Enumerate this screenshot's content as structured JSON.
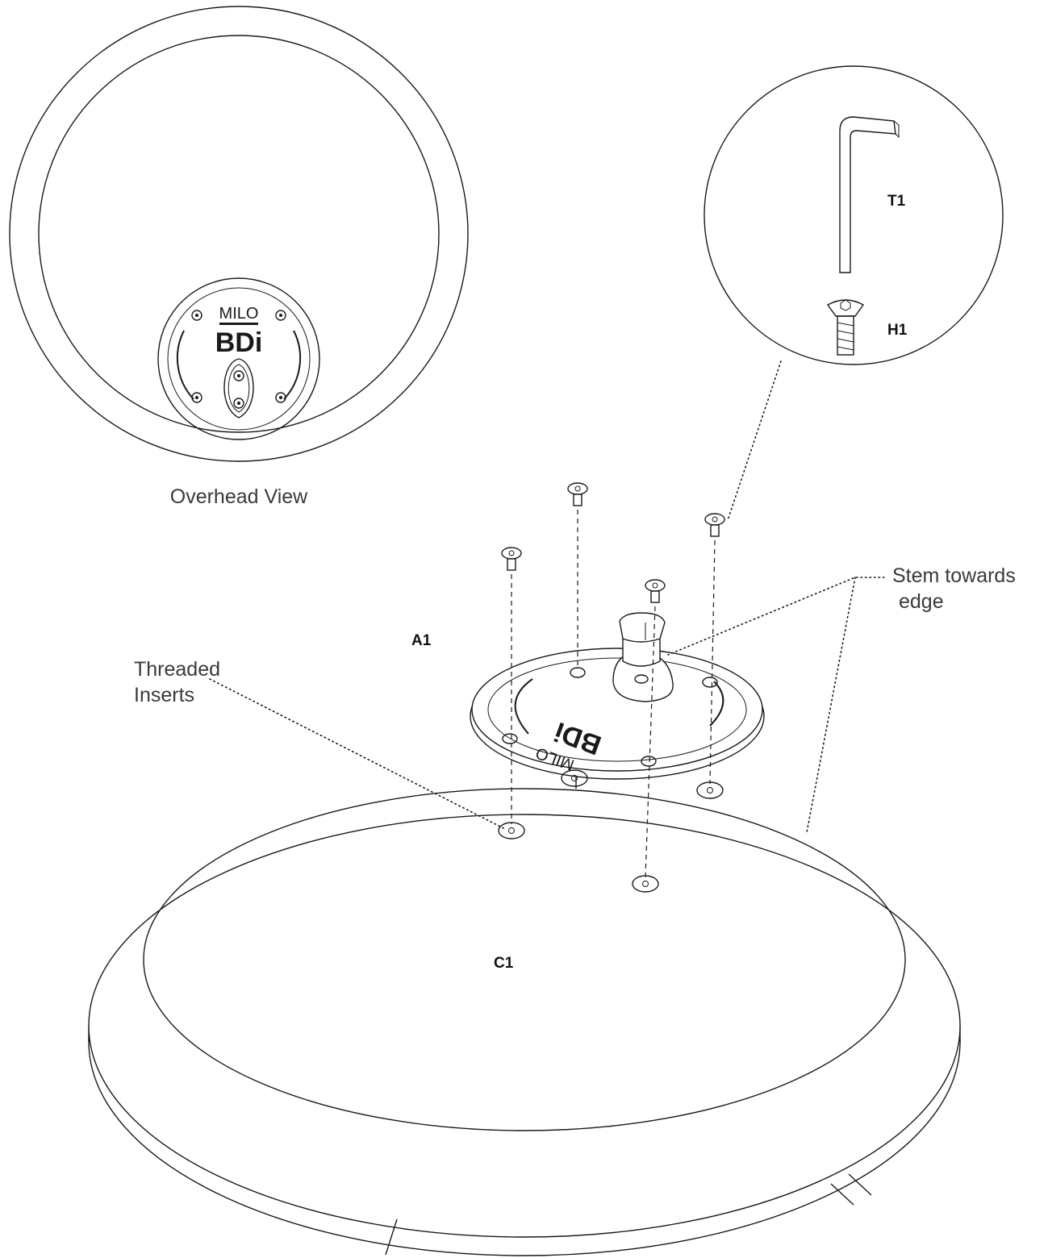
{
  "labels": {
    "overhead_view": "Overhead View",
    "threaded_inserts_line1": "Threaded",
    "threaded_inserts_line2": "Inserts",
    "stem_line1": "Stem towards",
    "stem_line2": "edge"
  },
  "parts": {
    "a1": "A1",
    "c1": "C1",
    "t1": "T1",
    "h1": "H1"
  },
  "logo": {
    "brand": "MILO",
    "maker": "BDi"
  }
}
